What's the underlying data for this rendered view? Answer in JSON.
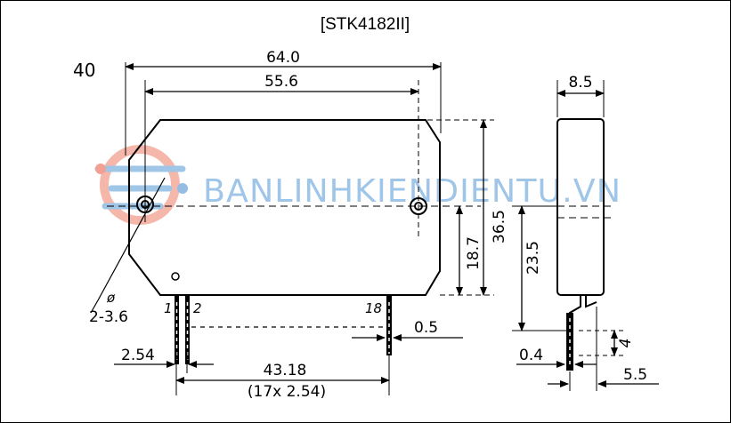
{
  "title": "[STK4182II]",
  "figure_number": "40",
  "dimensions": {
    "total_width": "64.0",
    "hole_spacing": "55.6",
    "height": "36.5",
    "hole_height": "18.7",
    "thickness": "8.5",
    "side_height": "23.5",
    "pin_pitch": "2.54",
    "pin_span": "43.18",
    "pin_span_formula": "(17x 2.54)",
    "pin_width": "0.5",
    "pin_thickness": "0.4",
    "pin_offset": "5.5",
    "pin_length": "4",
    "hole_diameter_symbol": "ø",
    "hole_diameter": "2-3.6"
  },
  "pins": {
    "first": "1",
    "second": "2",
    "last": "18"
  },
  "watermark": {
    "text": "BANLINHKIENDIENTU.VN",
    "color": "#6fa8dc",
    "logo_color": "#f08070"
  }
}
